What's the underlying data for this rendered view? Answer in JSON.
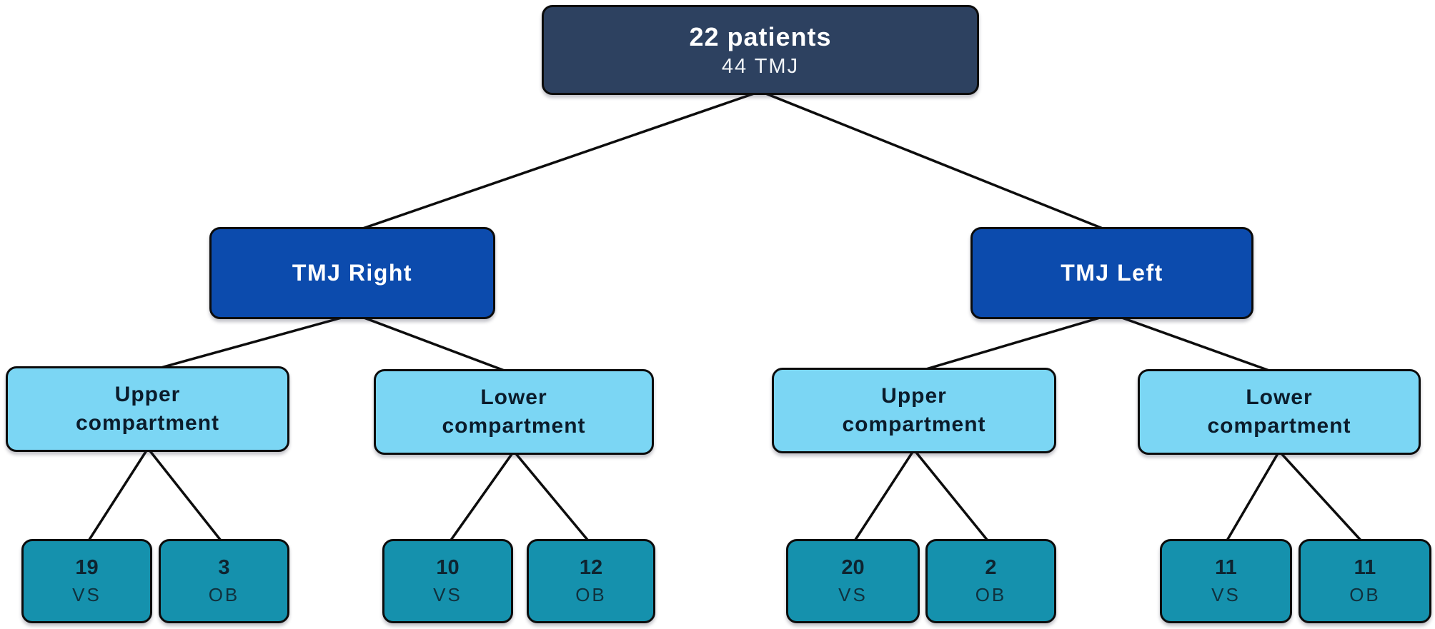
{
  "diagram": {
    "type": "tree-flowchart",
    "colors": {
      "root_fill": "#2d4160",
      "branch_fill": "#0c4bad",
      "compartment_fill": "#7bd6f4",
      "leaf_fill": "#1591ad",
      "line": "#0d0d0d",
      "root_text": "#ffffff",
      "branch_text": "#ffffff",
      "dark_text": "#0e2430"
    },
    "root": {
      "title": "22 patients",
      "subtitle": "44 TMJ"
    },
    "branches": [
      {
        "label": "TMJ Right",
        "compartments": [
          {
            "label": "Upper compartment",
            "leaves": [
              {
                "value": "19",
                "label": "VS"
              },
              {
                "value": "3",
                "label": "OB"
              }
            ]
          },
          {
            "label": "Lower compartment",
            "leaves": [
              {
                "value": "10",
                "label": "VS"
              },
              {
                "value": "12",
                "label": "OB"
              }
            ]
          }
        ]
      },
      {
        "label": "TMJ Left",
        "compartments": [
          {
            "label": "Upper compartment",
            "leaves": [
              {
                "value": "20",
                "label": "VS"
              },
              {
                "value": "2",
                "label": "OB"
              }
            ]
          },
          {
            "label": "Lower compartment",
            "leaves": [
              {
                "value": "11",
                "label": "VS"
              },
              {
                "value": "11",
                "label": "OB"
              }
            ]
          }
        ]
      }
    ]
  }
}
